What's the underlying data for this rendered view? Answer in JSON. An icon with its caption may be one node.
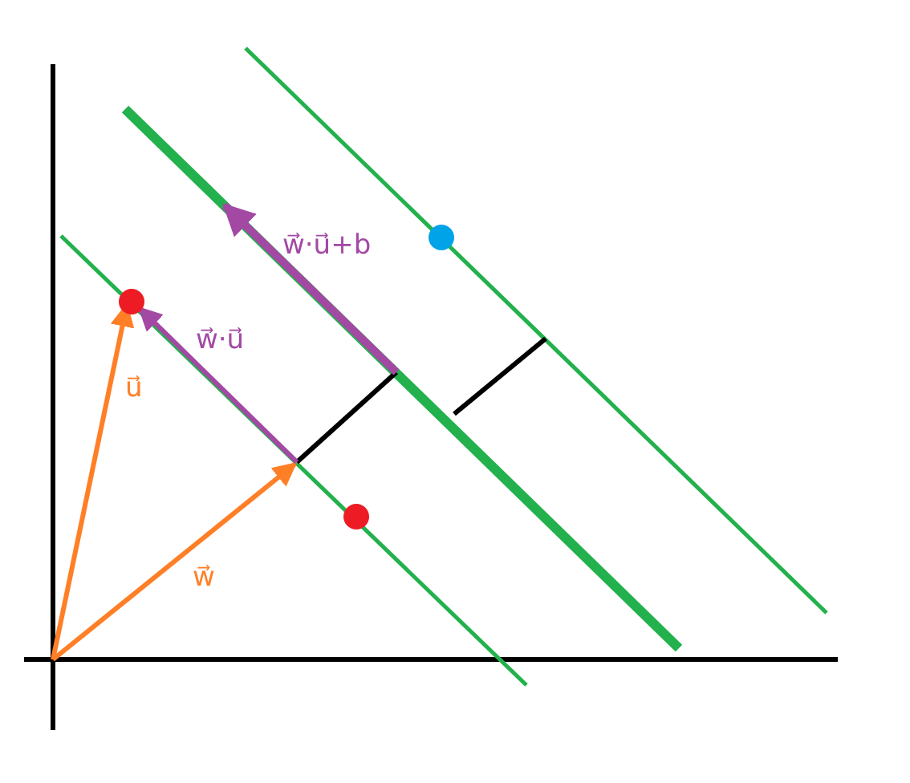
{
  "diagram": {
    "labels": [
      "w⃗·u⃗+b",
      "w⃗·u⃗",
      "u⃗",
      "w⃗"
    ]
  }
}
